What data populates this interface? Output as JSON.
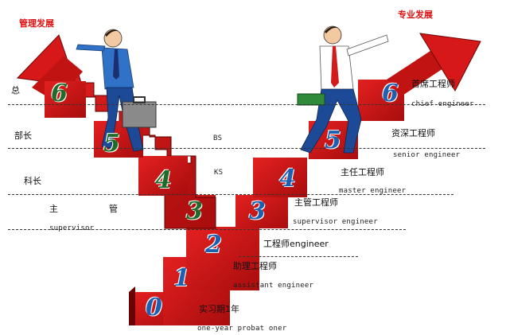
{
  "headings": {
    "management": "管理发展",
    "professional": "专业发展"
  },
  "shared_levels": [
    {
      "number": "0",
      "cn": "实习期1年",
      "en": "one-year probat oner"
    },
    {
      "number": "1",
      "cn": "助理工程师",
      "en": "assistant engineer"
    },
    {
      "number": "2",
      "cn": "工程师engineer",
      "en": ""
    }
  ],
  "management_levels": [
    {
      "number": "3",
      "cn": "主　　管",
      "en": "supervisor"
    },
    {
      "number": "4",
      "cn": "科长",
      "en": "KS"
    },
    {
      "number": "5",
      "cn": "部长",
      "en": "BS"
    },
    {
      "number": "6",
      "cn": "总",
      "en": ""
    }
  ],
  "professional_levels": [
    {
      "number": "3",
      "cn": "主管工程师",
      "en": "supervisor engineer"
    },
    {
      "number": "4",
      "cn": "主任工程师",
      "en": "master engineer"
    },
    {
      "number": "5",
      "cn": "资深工程师",
      "en": "senior engineer"
    },
    {
      "number": "6",
      "cn": "首席工程师",
      "en": "chief engineer"
    }
  ],
  "colors": {
    "stair_red": "#c81414",
    "stair_dark": "#7a0505",
    "number_green": "#1f6b2a",
    "number_blue": "#1d5fb0",
    "heading_red": "#e01010"
  },
  "icons": [
    "briefcase-icon",
    "book-icon",
    "businessman-figure"
  ]
}
